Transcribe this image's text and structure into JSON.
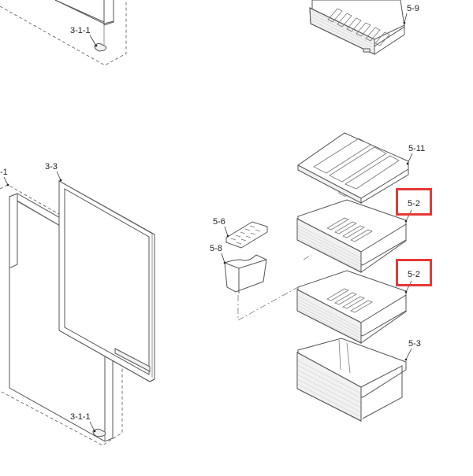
{
  "diagram": {
    "type": "exploded-parts-view",
    "highlight_color": "#e53935",
    "parts": [
      {
        "id": "3-1-1-top",
        "label": "3-1-1",
        "description": "door hinge cap (upper door)"
      },
      {
        "id": "5-9",
        "label": "5-9",
        "description": "top drawer / tray"
      },
      {
        "id": "3-1",
        "label": "3-1",
        "description": "door assembly (label partially cropped)",
        "visible_text": "-1"
      },
      {
        "id": "3-3",
        "label": "3-3",
        "description": "door gasket"
      },
      {
        "id": "5-11",
        "label": "5-11",
        "description": "drawer cover / shelf"
      },
      {
        "id": "5-2-upper",
        "label": "5-2",
        "description": "middle drawer (upper)",
        "highlighted": true
      },
      {
        "id": "5-6",
        "label": "5-6",
        "description": "ice cube tray"
      },
      {
        "id": "5-8",
        "label": "5-8",
        "description": "ice bin"
      },
      {
        "id": "5-2-lower",
        "label": "5-2",
        "description": "middle drawer (lower)",
        "highlighted": true
      },
      {
        "id": "5-3",
        "label": "5-3",
        "description": "bottom drawer"
      },
      {
        "id": "3-1-1-bottom",
        "label": "3-1-1",
        "description": "door hinge cap (lower door)"
      }
    ]
  },
  "labels": {
    "hinge_top": "3-1-1",
    "tray_top": "5-9",
    "door": "-1",
    "gasket": "3-3",
    "cover": "5-11",
    "drawer_upper": "5-2",
    "ice_tray": "5-6",
    "ice_bin": "5-8",
    "drawer_lower": "5-2",
    "drawer_bottom": "5-3",
    "hinge_bottom": "3-1-1"
  }
}
